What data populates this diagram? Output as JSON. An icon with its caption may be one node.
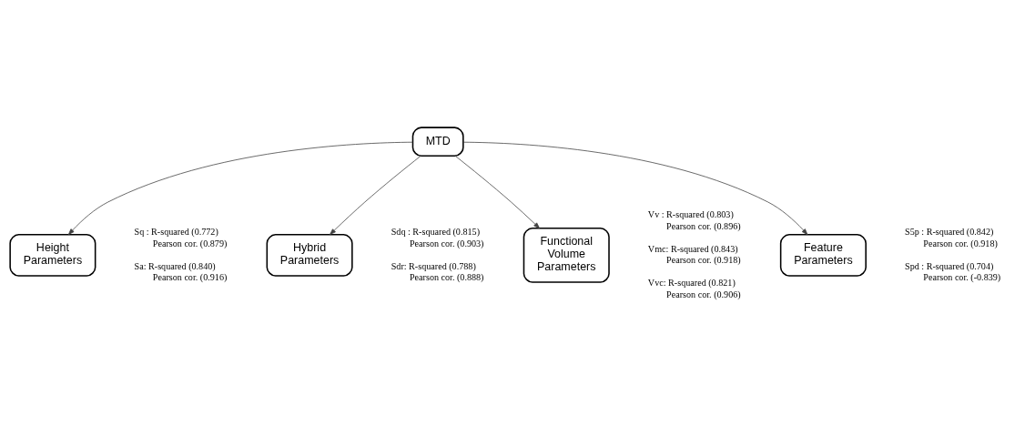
{
  "diagram": {
    "nodes": [
      {
        "text": [
          "MTD"
        ]
      },
      {
        "text": [
          "Height Parameters"
        ],
        "beside": [
          "Sq : R-squared (0.772) Pearson cor. (0.879)",
          "Sa: R-squared (0.840) Pearson cor. (0.916)"
        ]
      },
      {
        "text": [
          "Hybrid Parameters"
        ],
        "beside": [
          "Sdq : R-squared (0.815) Pearson cor. (0.903)",
          "Sdr: R-squared (0.788) Pearson cor. (0.888)"
        ]
      },
      {
        "text": [
          "Functional Volume Parameters"
        ],
        "beside": [
          "Vv : R-squared (0.803) Pearson cor. (0.896)",
          "Vmc: R-squared (0.843) Pearson cor. (0.918)",
          "Vvc: R-squared (0.821) Pearson cor. (0.906)"
        ]
      },
      {
        "text": [
          "Feature Parameters"
        ],
        "beside": [
          "S5p : R-squared (0.842) Pearson cor. (0.918)",
          "Spd : R-squared (0.704) Pearson cor. (-0.839)"
        ]
      }
    ],
    "edges": [
      {
        "from": 0,
        "to": 1,
        "arrow": "to"
      },
      {
        "from": 0,
        "to": 2,
        "arrow": "to"
      },
      {
        "from": 0,
        "to": 3,
        "arrow": "to"
      },
      {
        "from": 0,
        "to": 4,
        "arrow": "to"
      }
    ]
  }
}
